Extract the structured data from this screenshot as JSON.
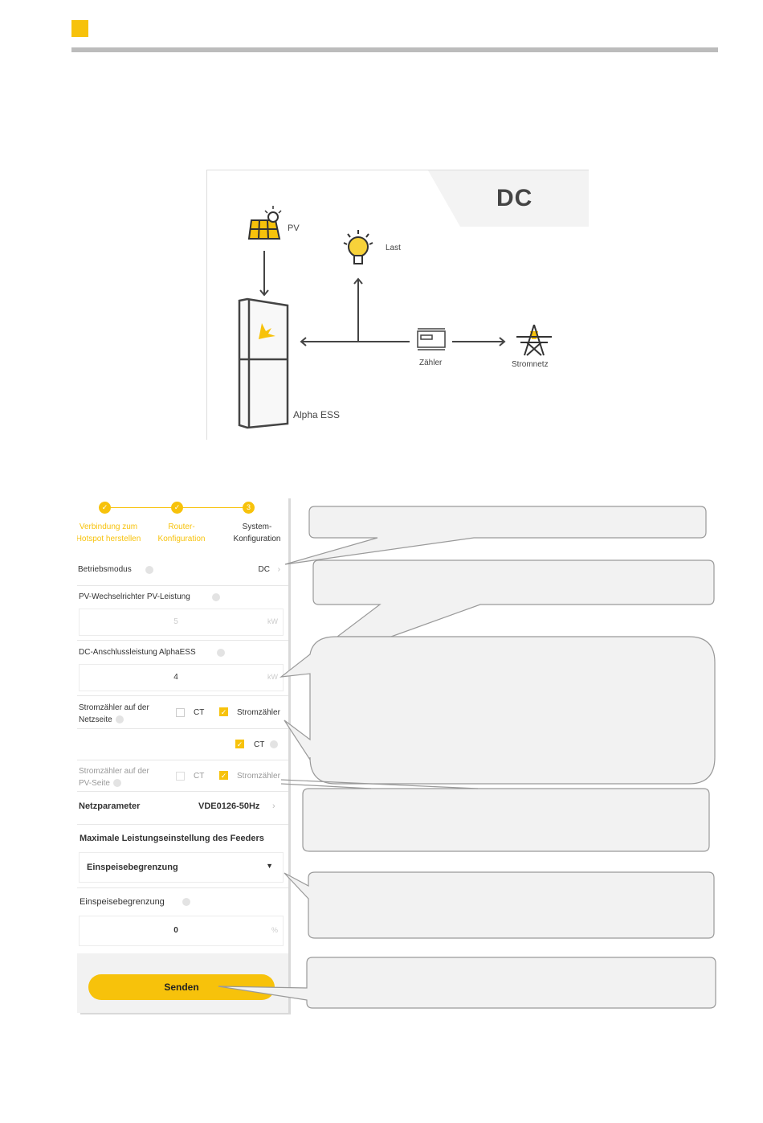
{
  "diagram": {
    "title": "DC",
    "pv_label": "PV",
    "load_label": "Last",
    "meter_label": "Zähler",
    "grid_label": "Stromnetz",
    "ess_label": "Alpha ESS"
  },
  "app": {
    "steps": [
      {
        "label1": "Verbindung zum",
        "label2": "Hotspot herstellen",
        "state": "done"
      },
      {
        "label1": "Router-",
        "label2": "Konfiguration",
        "state": "done"
      },
      {
        "label1": "System-",
        "label2": "Konfiguration",
        "state": "current",
        "number": "3"
      }
    ],
    "operating_mode": {
      "label": "Betriebsmodus",
      "value": "DC"
    },
    "pv_inverter_power": {
      "label": "PV-Wechselrichter PV-Leistung",
      "value": "5",
      "unit": "kW"
    },
    "dc_connection_power": {
      "label": "DC-Anschlussleistung AlphaESS",
      "value": "4",
      "unit": "kW"
    },
    "grid_meter": {
      "label1": "Stromzähler auf der",
      "label2": "Netzseite",
      "opt_ct": "CT",
      "opt_meter": "Stromzähler",
      "ct_checked": false,
      "meter_checked": true
    },
    "grid_meter_sub": {
      "opt_ct": "CT",
      "checked": true
    },
    "pv_meter": {
      "label1": "Stromzähler auf der",
      "label2": "PV-Seite",
      "opt_ct": "CT",
      "opt_meter": "Stromzähler",
      "ct_checked": false,
      "meter_checked": true
    },
    "grid_params": {
      "label": "Netzparameter",
      "value": "VDE0126-50Hz"
    },
    "feeder_max": {
      "label": "Maximale Leistungseinstellung des Feeders"
    },
    "feed_in_select": {
      "value": "Einspeisebegrenzung"
    },
    "feed_in_limit": {
      "label": "Einspeisebegrenzung",
      "value": "0",
      "unit": "%"
    },
    "send_button": "Senden"
  },
  "colors": {
    "accent": "#f7c20b",
    "rule": "#bcbcbc",
    "callout_fill": "#f2f2f2",
    "callout_stroke": "#9a9a9a"
  }
}
